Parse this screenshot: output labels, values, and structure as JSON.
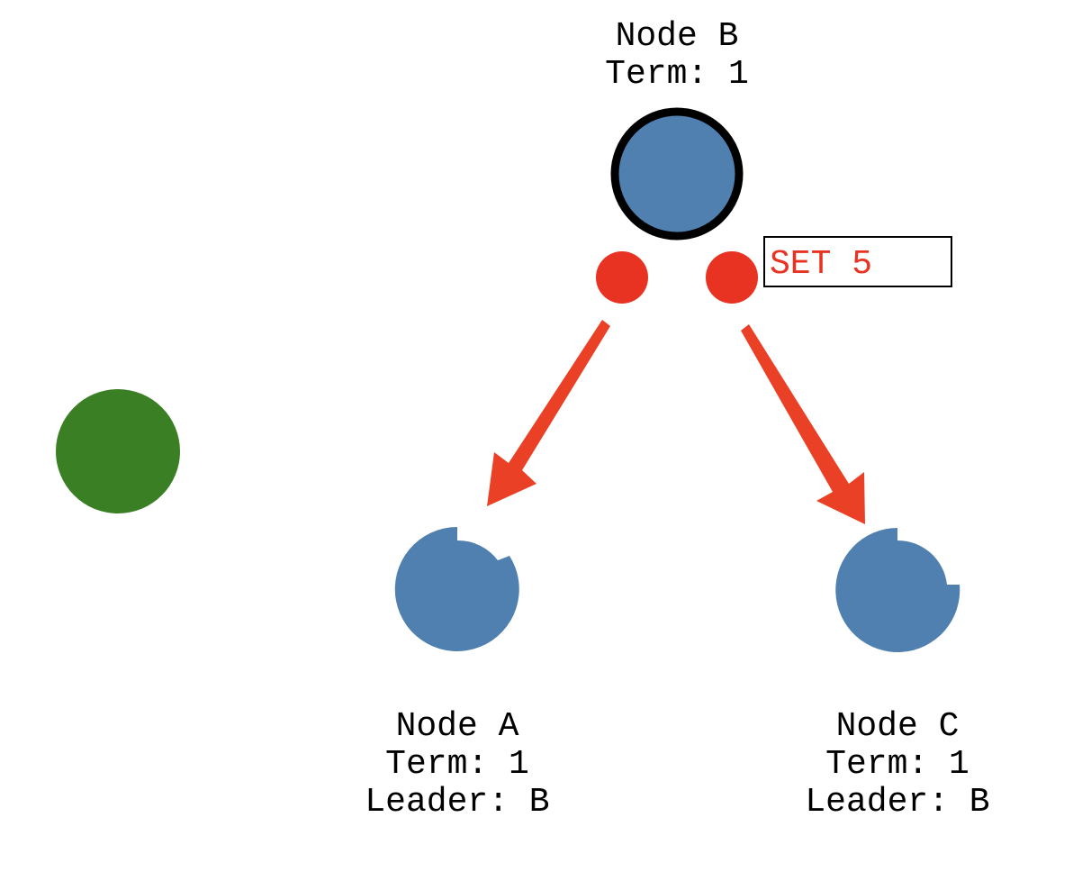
{
  "colors": {
    "node_fill": "#5080B0",
    "leader_stroke": "#000000",
    "client_fill": "#3A7F23",
    "message_fill": "#E83323",
    "arrow_fill": "#EA4025",
    "message_text": "#E83323"
  },
  "nodes": {
    "b": {
      "name": "Node B",
      "term": "Term: 1"
    },
    "a": {
      "name": "Node A",
      "term": "Term: 1",
      "leader": "Leader: B"
    },
    "c": {
      "name": "Node C",
      "term": "Term: 1",
      "leader": "Leader: B"
    }
  },
  "message": {
    "label": "SET 5"
  }
}
